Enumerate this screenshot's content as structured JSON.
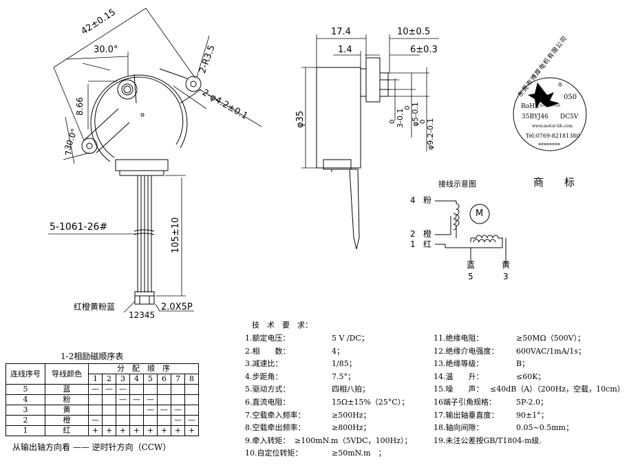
{
  "dimensions": {
    "front": {
      "d42": "42±0.15",
      "d30": "30.0°",
      "r35": "2-R3.5",
      "h866": "8.66",
      "a30": "30.0°",
      "d7": "7",
      "holes": "2-φ4.2±0.1",
      "wire_spec": "5-1061-26#",
      "lead_len": "105±10",
      "connector": "2.0X5P",
      "pin_numbers": "12345",
      "wire_colors": "红橙黄粉蓝"
    },
    "side": {
      "d174": "17.4",
      "d10": "10±0.5",
      "d14": "1.4",
      "d6": "6±0.3",
      "d35": "φ35",
      "t3": "3-0.1",
      "t3_top": "0",
      "t5": "φ5-0.1",
      "t5_top": "0",
      "t92": "φ9.2-0.1",
      "t92_top": "0"
    }
  },
  "logo": {
    "ring_text": "东莞市博厚电机有限公司",
    "rohs": "RoHS",
    "reg": "®",
    "code": "050",
    "brand": "BH MOTOR",
    "model": "35BYJ46",
    "voltage": "DC5V",
    "tel": "Tel:0769-82181380",
    "url": "www.motor-bh.com",
    "stars": "********",
    "caption": "商　　标"
  },
  "wiring": {
    "title": "接线示意图",
    "motor_label": "M",
    "left_labels": [
      {
        "num": "4",
        "color": "粉"
      },
      {
        "num": "2",
        "color": "橙"
      },
      {
        "num": "1",
        "color": "红"
      }
    ],
    "bottom_labels": [
      {
        "num": "5",
        "color": "蓝"
      },
      {
        "num": "3",
        "color": "黄"
      }
    ]
  },
  "specs": {
    "heading": "技　术　要　求：",
    "left": [
      {
        "label": "1.额定电压：",
        "value": "5 V /DC；"
      },
      {
        "label": "2.相　　数：",
        "value": "4；"
      },
      {
        "label": "3.减速比：",
        "value": "1/85；"
      },
      {
        "label": "4.步距角：",
        "value": "7.5°；"
      },
      {
        "label": "5.驱动方式：",
        "value": "四相八拍；"
      },
      {
        "label": "6.直流电阻：",
        "value": "15Ω±15%（25°C）；"
      },
      {
        "label": "7.空载牵入频率：",
        "value": "≥500Hz；"
      },
      {
        "label": "8.空载牵出频率：",
        "value": "≥800Hz；"
      },
      {
        "label": "9.牵入转矩：",
        "value": "≥100mN.m（5VDC，100Hz）；"
      },
      {
        "label": "10.自定位转矩：",
        "value": "≥50mN.m　；"
      }
    ],
    "right": [
      {
        "label": "11.绝缘电阻：",
        "value": "≥50MΩ（500V）；"
      },
      {
        "label": "12.绝缘介电强度：",
        "value": "600VAC/1mA/1s；"
      },
      {
        "label": "13.绝缘等级：",
        "value": "B；"
      },
      {
        "label": "14.温　　升：",
        "value": "≤60K；"
      },
      {
        "label": "15.噪　　声：",
        "value": "≤40dB（A）（200Hz，空载，10cm）"
      },
      {
        "label": "16端子引角规格：",
        "value": "5P-2.0；"
      },
      {
        "label": "17.输出轴垂直度：",
        "value": "90±1°；"
      },
      {
        "label": "18.轴向间隙：",
        "value": "0.05~0.5mm；"
      },
      {
        "label": "19.未注公差按GB/T1804-m级.",
        "value": ""
      }
    ]
  },
  "sequence_table": {
    "title": "1-2相励磁顺序表",
    "col_seq": "连线序号",
    "col_color": "导线颜色",
    "col_order": "分　配　顺　序",
    "steps": [
      "1",
      "2",
      "3",
      "4",
      "5",
      "6",
      "7",
      "8"
    ],
    "rows": [
      {
        "seq": "5",
        "color": "蓝",
        "cells": [
          "—",
          "—",
          "—",
          "",
          "",
          "",
          "",
          ""
        ]
      },
      {
        "seq": "4",
        "color": "粉",
        "cells": [
          "",
          "",
          "—",
          "—",
          "—",
          "",
          "",
          ""
        ]
      },
      {
        "seq": "3",
        "color": "黄",
        "cells": [
          "",
          "",
          "",
          "",
          "—",
          "—",
          "—",
          ""
        ]
      },
      {
        "seq": "2",
        "color": "橙",
        "cells": [
          "—",
          "",
          "",
          "",
          "",
          "",
          "—",
          "—"
        ]
      },
      {
        "seq": "1",
        "color": "红",
        "cells": [
          "+",
          "+",
          "+",
          "+",
          "+",
          "+",
          "+",
          "+"
        ]
      }
    ],
    "footer": "从输出轴方向看 —— 逆时针方向（CCW）"
  }
}
